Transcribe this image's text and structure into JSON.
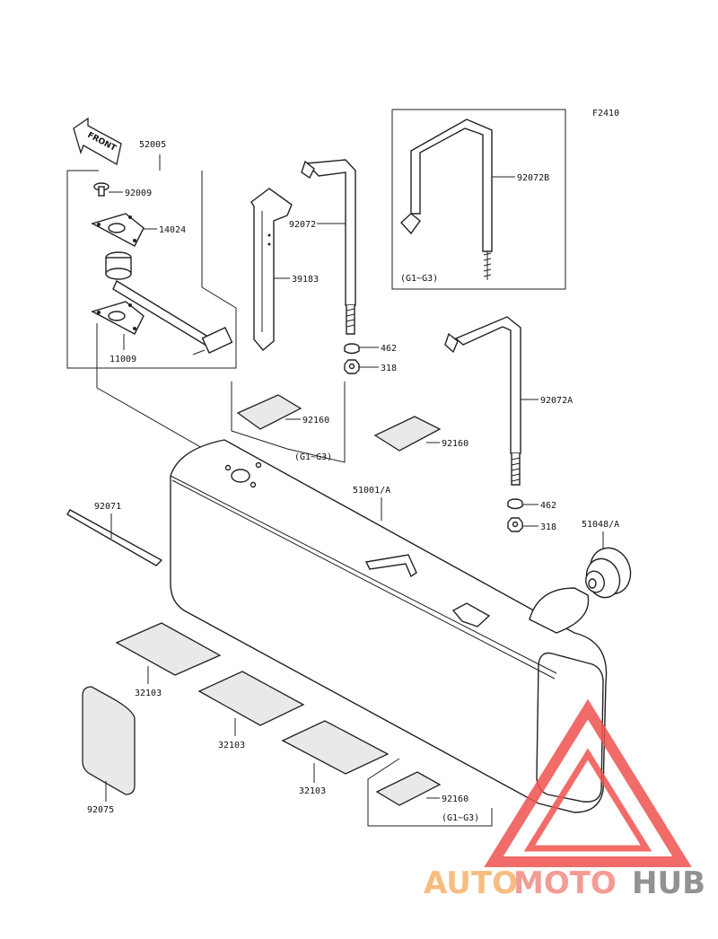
{
  "figure_code": "F2410",
  "front_label": "FRONT",
  "parts": {
    "p52005": "52005",
    "p92009": "92009",
    "p14024": "14024",
    "p11009": "11009",
    "p39183": "39183",
    "p92072": "92072",
    "p92072B": "92072B",
    "p92072A": "92072A",
    "p462_a": "462",
    "p318_a": "318",
    "p462_b": "462",
    "p318_b": "318",
    "p92160_a": "92160",
    "p92160_b": "92160",
    "p92160_c": "92160",
    "p51001": "51001/A",
    "p51048": "51048/A",
    "p92071": "92071",
    "p32103_a": "32103",
    "p32103_b": "32103",
    "p32103_c": "32103",
    "p92075": "92075"
  },
  "notes": {
    "g1g3_a": "(G1~G3)",
    "g1g3_b": "(G1~G3)",
    "g1g3_c": "(G1~G3)"
  },
  "watermark": {
    "auto": "AUTO",
    "moto": "MOTO",
    "hub": "HUB",
    "colors": {
      "auto": "#f6b26b",
      "moto": "#f28b82",
      "hub": "#7f7f7f",
      "triangle": "#ef5350"
    }
  }
}
